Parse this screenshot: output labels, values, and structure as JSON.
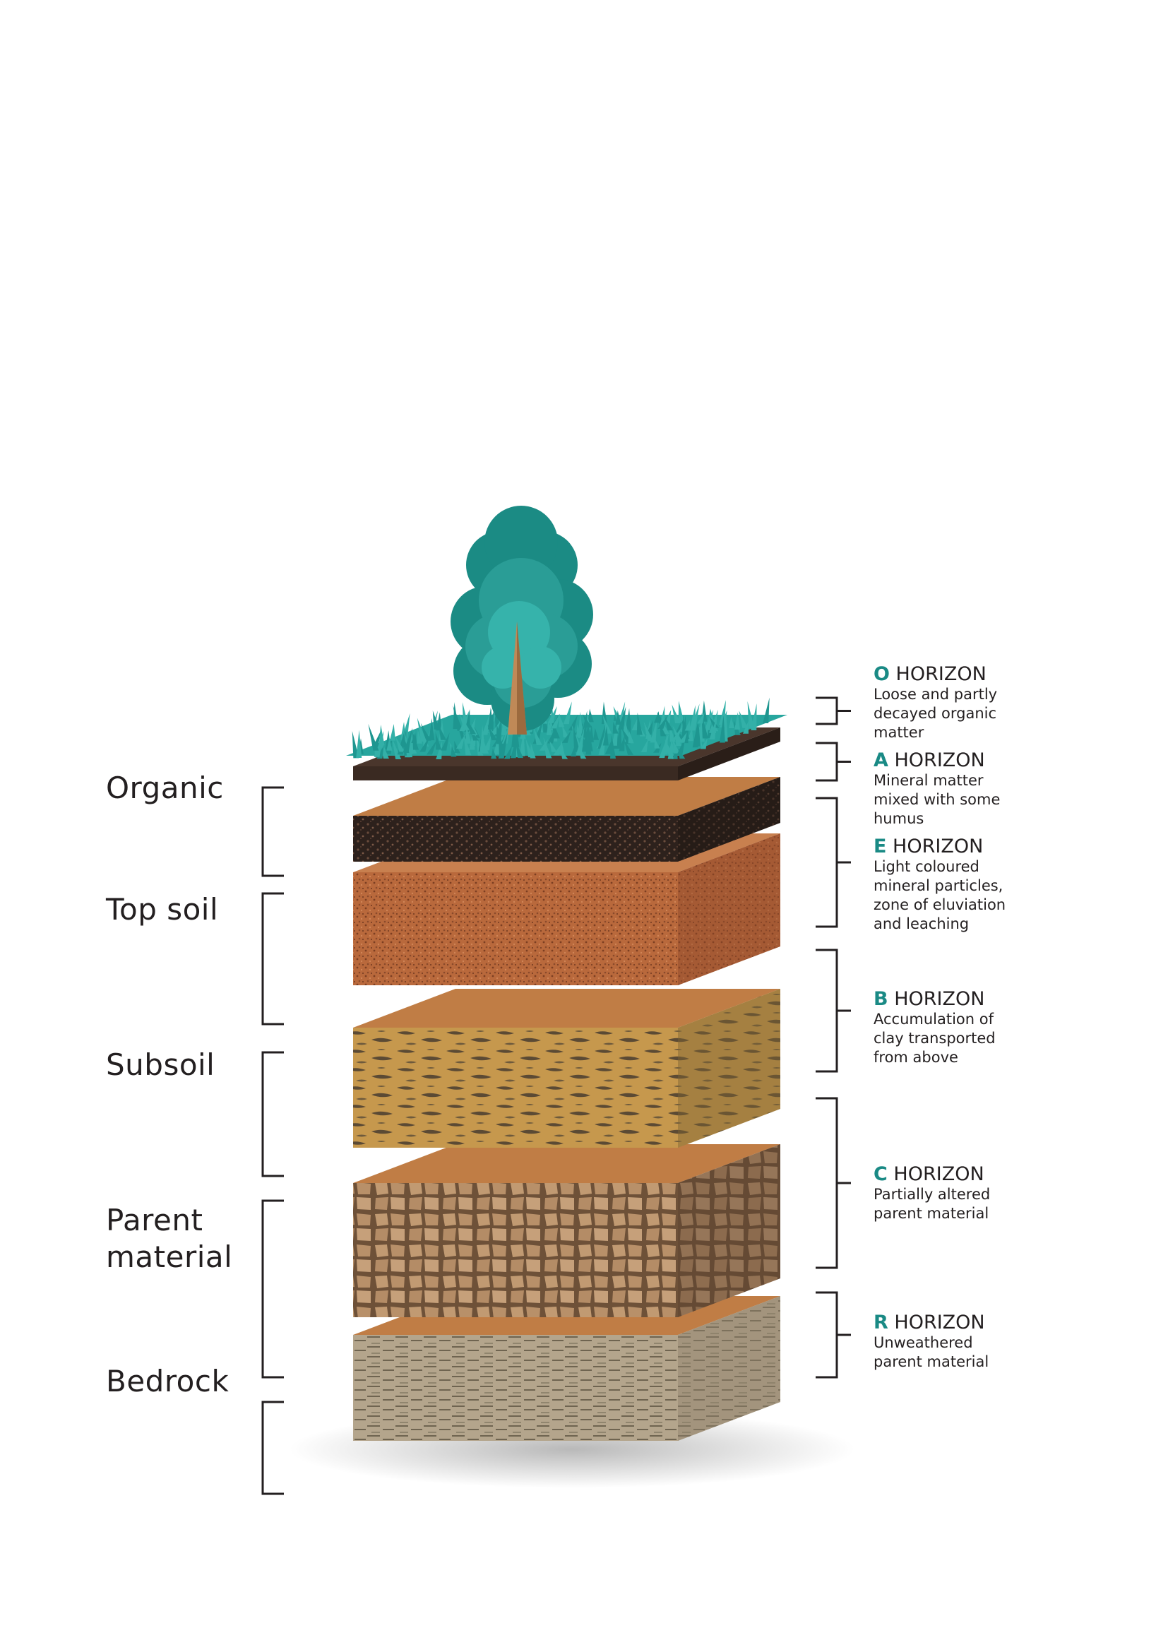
{
  "layers": [
    {
      "name": "Organic"
    },
    {
      "name": "Top soil"
    },
    {
      "name": "Subsoil"
    },
    {
      "name": "Parent\nmaterial"
    },
    {
      "name": "Bedrock"
    }
  ],
  "horizons": [
    {
      "letter": "O",
      "word": "HORIZON",
      "desc": "Loose and partly\ndecayed organic\nmatter"
    },
    {
      "letter": "A",
      "word": "HORIZON",
      "desc": "Mineral matter\nmixed with some\nhumus"
    },
    {
      "letter": "E",
      "word": "HORIZON",
      "desc": "Light coloured\nmineral particles,\nzone of eluviation\nand leaching"
    },
    {
      "letter": "B",
      "word": "HORIZON",
      "desc": "Accumulation of\nclay transported\nfrom above"
    },
    {
      "letter": "C",
      "word": "HORIZON",
      "desc": "Partially altered\nparent material"
    },
    {
      "letter": "R",
      "word": "HORIZON",
      "desc": "Unweathered\nparent material"
    }
  ],
  "colors": {
    "accent": "#1a8a85",
    "tree_dark": "#1b8b84",
    "tree_mid": "#2a9d96",
    "tree_light": "#36b3ab",
    "grass": "#27a69e",
    "humus": "#3d2b24",
    "topsoil": "#b86a3e",
    "subsoil": "#c99a4e",
    "parent": "#b48a63",
    "bedrock": "#b3a48c",
    "line": "#231f20"
  }
}
